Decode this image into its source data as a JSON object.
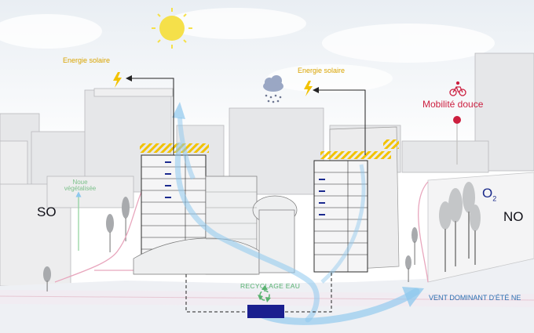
{
  "labels": {
    "solar_left": "Energie solaire",
    "solar_right": "Energie solaire",
    "west": "SO",
    "east": "NO",
    "green_node": "Noue végétalisée",
    "soft_mobility": "Mobilité douce",
    "oxygen": "O",
    "oxygen_sub": "2",
    "prevailing_wind": "VENT DOMINANT D'ÉTÉ NE",
    "water_recycling": "RECYCLAGE EAU"
  },
  "icons": [
    "sun-icon",
    "solar-bolt-icon",
    "rain-cloud-icon",
    "bicycle-icon",
    "recycle-icon",
    "tree-icon"
  ],
  "colors": {
    "solar": "#f2c200",
    "wind": "#8ec8ee",
    "mobility": "#cc1f3f",
    "vegetation": "#7cc08a",
    "water_tank": "#1b1f8f",
    "oxygen": "#1a2a8a"
  }
}
